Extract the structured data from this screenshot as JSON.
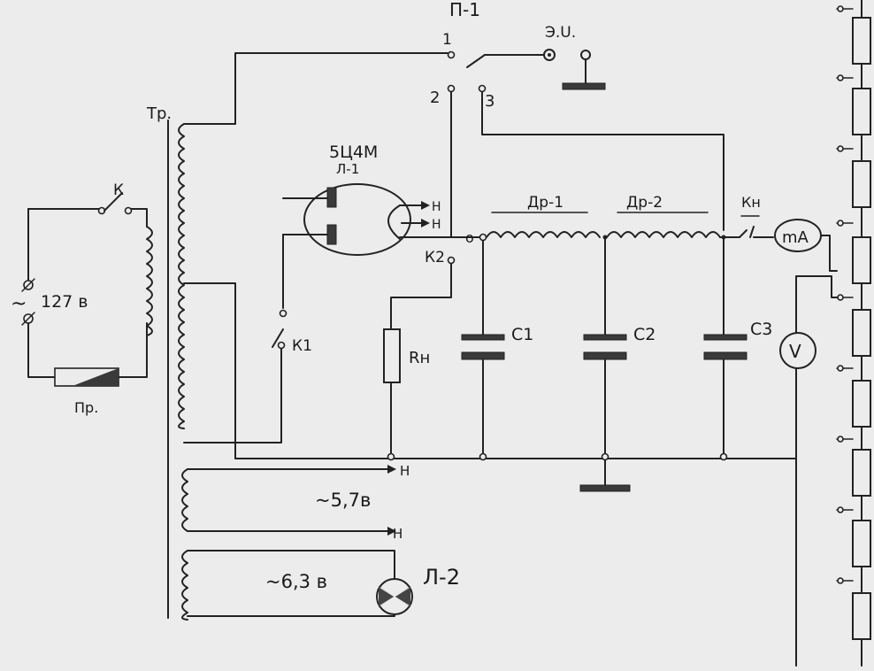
{
  "switch_p1": {
    "label": "П-1",
    "pos1": "1",
    "pos2": "2",
    "pos3": "3"
  },
  "eu_label": "Э.U.",
  "transformer_label": "Тр.",
  "tube": {
    "type": "5Ц4М",
    "designation": "Л-1",
    "heater_top": "Н",
    "heater_bottom": "Н"
  },
  "mains": {
    "switch": "К",
    "voltage": "127 в",
    "tilde": "~",
    "fuse": "Пр."
  },
  "k1_label": "К1",
  "k2_label": "К2",
  "load_resistor": "Rн",
  "chokes": {
    "dr1": "Др-1",
    "dr2": "Др-2"
  },
  "capacitors": {
    "c1": "С1",
    "c2": "С2",
    "c3": "С3"
  },
  "kn_label": "Кн",
  "milliammeter": "mA",
  "voltmeter": "V",
  "winding_57": {
    "voltage": "~5,7в",
    "n_top": "Н",
    "n_bottom": "Н"
  },
  "winding_63": {
    "voltage": "~6,3 в",
    "lamp": "Л-2"
  }
}
